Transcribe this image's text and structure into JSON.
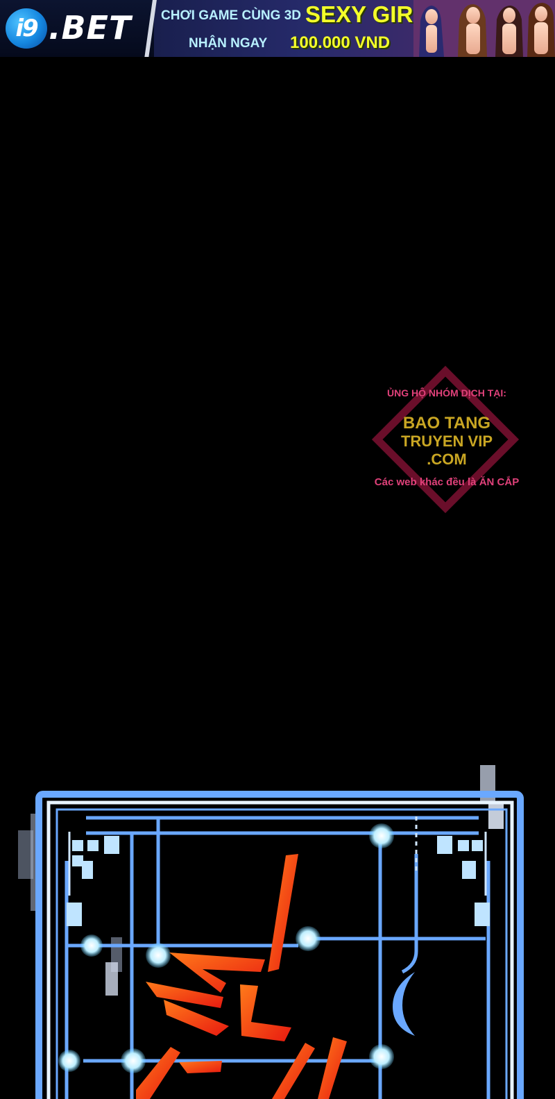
{
  "ad_banner": {
    "logo_badge": "i9",
    "logo_suffix": ".BET",
    "promo_line1": "CHƠI GAME CÙNG 3D",
    "promo_highlight1": "SEXY GIRL",
    "promo_line2": "NHẬN NGAY",
    "promo_highlight2": "100.000 VND",
    "colors": {
      "accent": "#f4ff2a",
      "text": "#b8f0ff",
      "logo_blue": "#1587e0"
    }
  },
  "watermark": {
    "top_text": "ỦNG HỘ NHÓM DỊCH TẠI:",
    "line1": "BAO TANG",
    "line2": "TRUYEN VIP",
    "line3": ".COM",
    "bottom_text": "Các web khác đều là ĂN CẮP",
    "colors": {
      "diamond": "#6a0e2a",
      "main": "#c9a623",
      "pink": "#e0417a"
    }
  },
  "comic_panel": {
    "icon": "circuit-frame-with-red-glyph-icon",
    "colors": {
      "circuit": "#6aa8ff",
      "node": "#bfefff",
      "glyph": "#ff4a1a"
    }
  }
}
